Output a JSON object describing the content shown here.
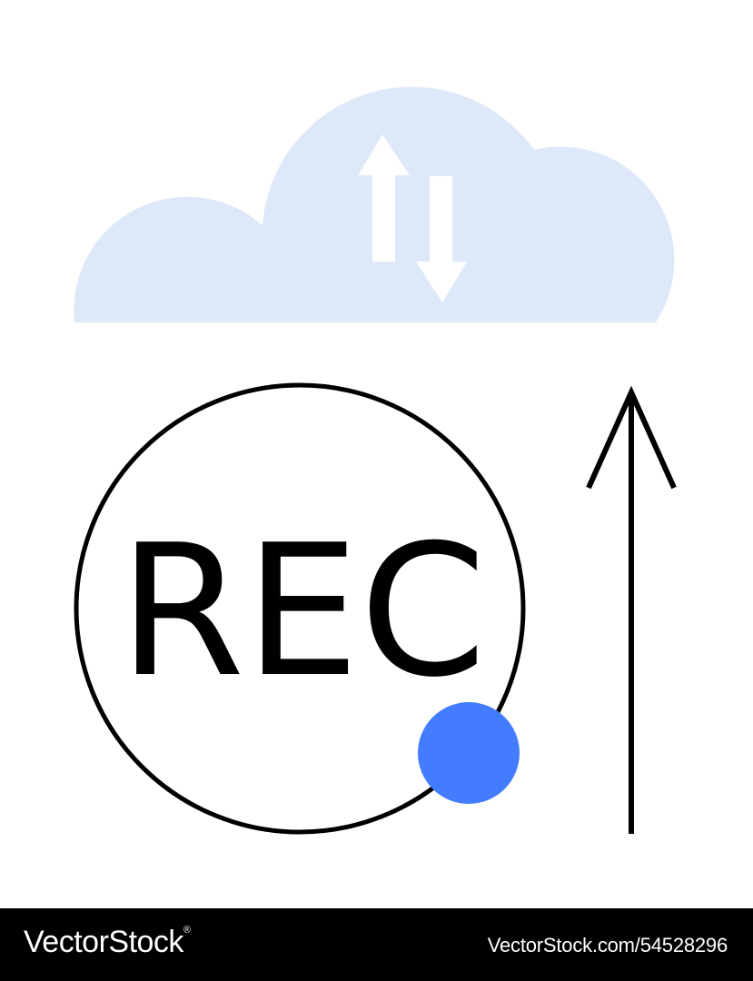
{
  "illustration": {
    "icons": [
      "cloud-icon",
      "upload-download-arrows-icon",
      "record-button-icon",
      "up-arrow-icon"
    ],
    "rec_label": "REC",
    "colors": {
      "cloud": "#dde8f9",
      "record_dot": "#437cff",
      "stroke": "#000000",
      "background": "#ffffff"
    }
  },
  "footer": {
    "brand": "VectorStock",
    "brand_mark": "®",
    "image_id": "VectorStock.com/54528296",
    "background": "#000000"
  }
}
